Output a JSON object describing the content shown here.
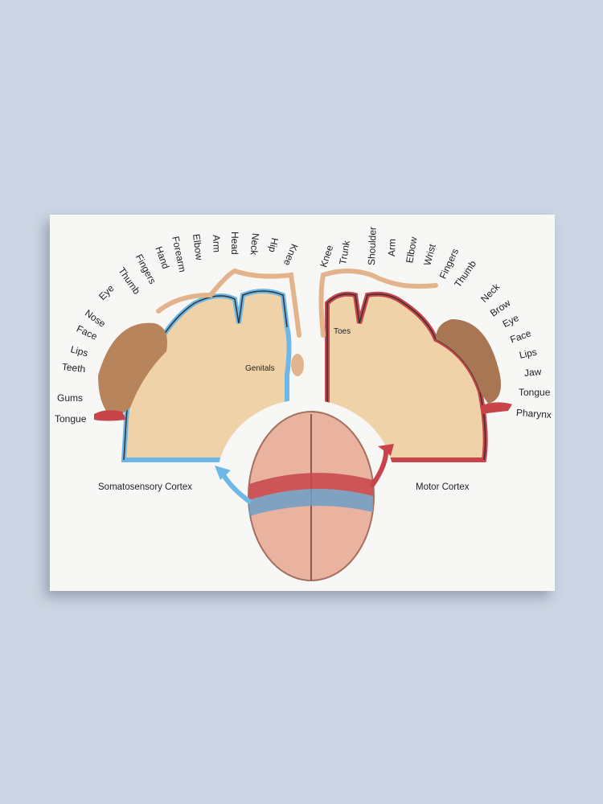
{
  "sensory_labels": [
    "Tongue",
    "Gums",
    "Teeth",
    "Lips",
    "Face",
    "Nose",
    "Eye",
    "Thumb",
    "Fingers",
    "Hand",
    "Forearm",
    "Elbow",
    "Arm",
    "Head",
    "Neck",
    "Hip",
    "Knee"
  ],
  "motor_labels": [
    "Knee",
    "Trunk",
    "Shoulder",
    "Arm",
    "Elbow",
    "Wrist",
    "Fingers",
    "Thumb",
    "Neck",
    "Brow",
    "Eye",
    "Face",
    "Lips",
    "Jaw",
    "Tongue",
    "Pharynx"
  ],
  "inner": {
    "genitals": "Genitals",
    "toes": "Toes"
  },
  "captions": {
    "sensory": "Somatosensory Cortex",
    "motor": "Motor Cortex"
  },
  "colors": {
    "sensory": "#6db8e6",
    "motor": "#c9444a",
    "tissue": "#f0d2a8"
  }
}
